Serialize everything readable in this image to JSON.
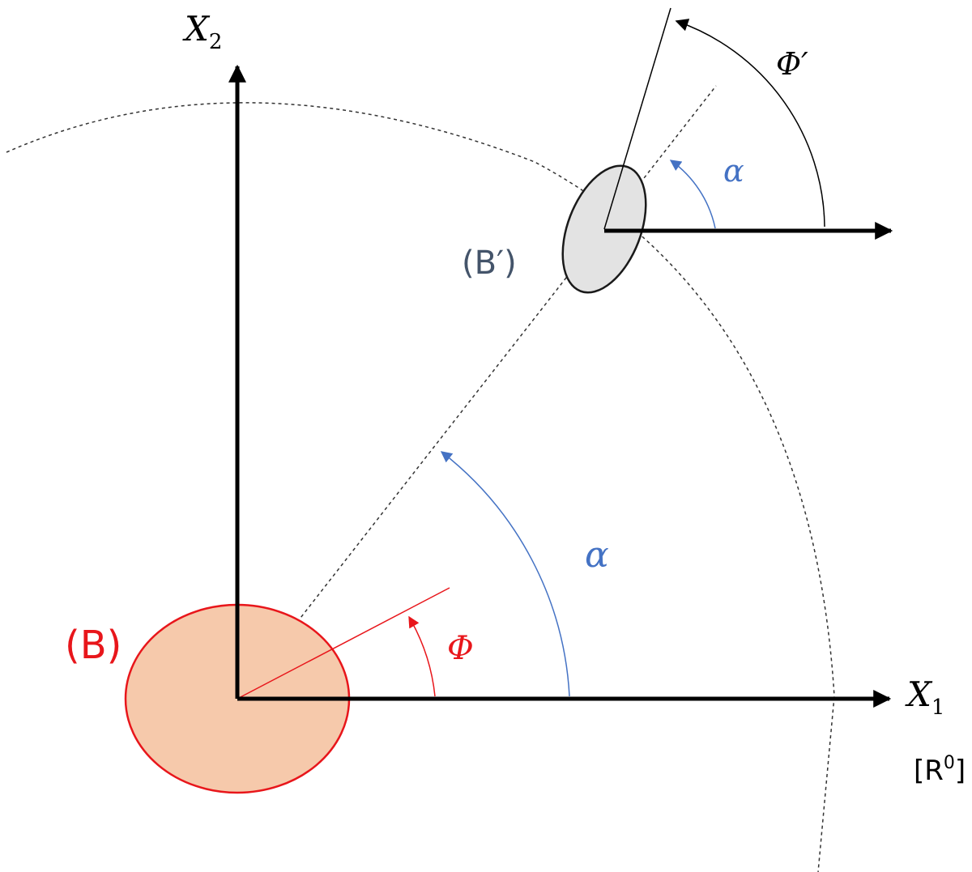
{
  "labels": {
    "x2_main": "X",
    "x2_sub": "2",
    "x1_main": "X",
    "x1_sub": "1",
    "frame_open": "[R",
    "frame_sup": "0",
    "frame_close": "]",
    "body_b": "(B)",
    "body_b_prime": "(B′)",
    "phi": "Φ",
    "phi_prime": "Φ′",
    "alpha_large": "α",
    "alpha_small": "α"
  },
  "colors": {
    "axis": "#000000",
    "body_b_fill": "#f6c9ab",
    "body_b_stroke": "#e8161b",
    "body_b_prime_fill": "#e3e3e3",
    "body_b_prime_stroke": "#1a1a1a",
    "body_b_prime_label": "#44546a",
    "alpha": "#4472c4",
    "phi": "#e8161b",
    "dashed": "#333333"
  }
}
